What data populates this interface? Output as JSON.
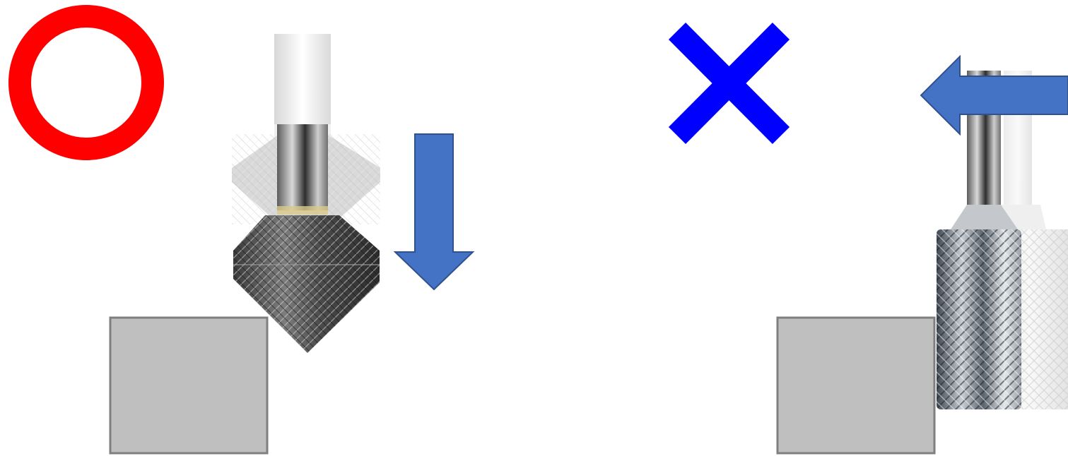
{
  "left_panel": {
    "verdict_icon": "circle-correct-mark",
    "motion": "down",
    "tool": "countersink-burr",
    "ghost_tool_shown": true
  },
  "right_panel": {
    "verdict_icon": "cross-wrong-mark",
    "motion": "left",
    "tool": "cylindrical-burr",
    "ghost_tool_shown": true
  },
  "colors": {
    "correct_mark": "#ff0000",
    "wrong_mark": "#0000ff",
    "arrow_fill": "#4472c4",
    "arrow_stroke": "#2f528f",
    "workpiece_fill": "#bfbfbf",
    "workpiece_stroke": "#7f7f7f"
  }
}
